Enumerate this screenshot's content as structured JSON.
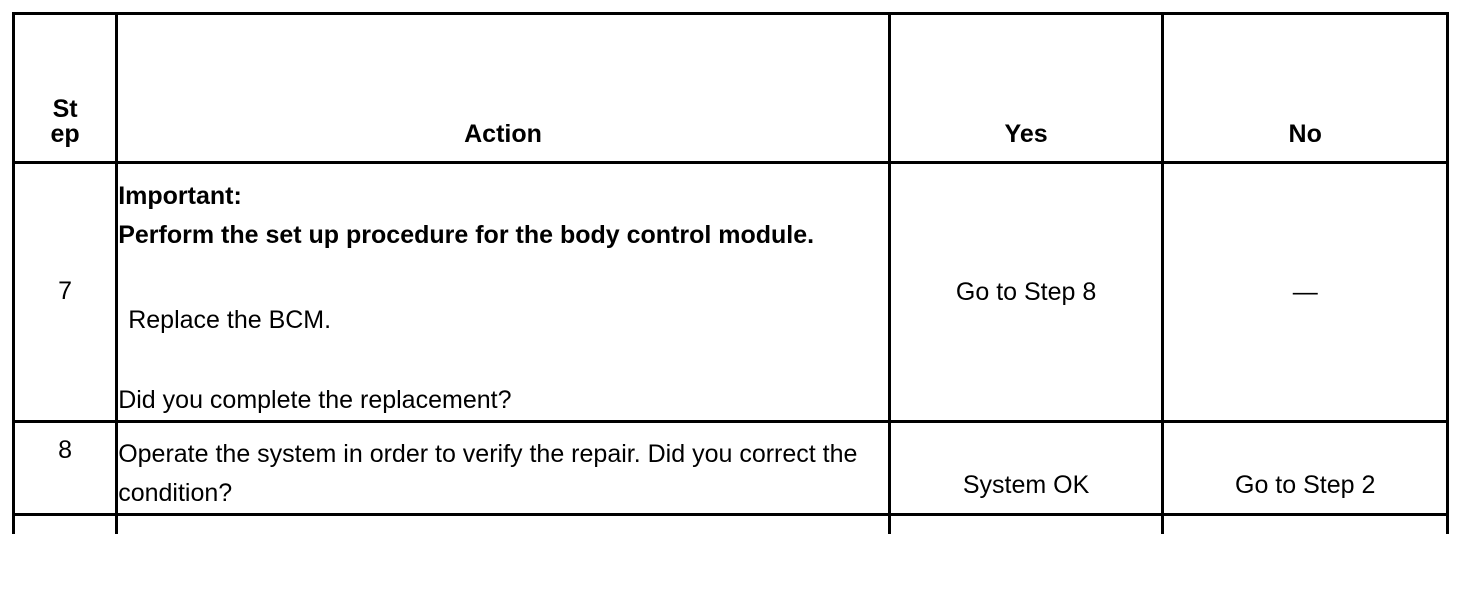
{
  "table": {
    "columns": [
      {
        "key": "step",
        "header_lines": [
          "St",
          "ep"
        ],
        "header": "Step"
      },
      {
        "key": "action",
        "header": "Action"
      },
      {
        "key": "yes",
        "header": "Yes"
      },
      {
        "key": "no",
        "header": "No"
      }
    ],
    "rows": [
      {
        "step": "7",
        "action": {
          "important_label": "Important:",
          "important_text": "Perform the set up procedure for the body control module.",
          "instruction": "Replace the BCM.",
          "question": "Did you complete the replacement?"
        },
        "yes": "Go to Step 8",
        "no": "—"
      },
      {
        "step": "8",
        "action": {
          "question": "Operate the system in order to verify the repair. Did you correct the condition?"
        },
        "yes": "System OK",
        "no": "Go to Step 2"
      }
    ]
  },
  "style": {
    "border_color": "#000000",
    "text_color": "#000000",
    "background": "#ffffff"
  }
}
